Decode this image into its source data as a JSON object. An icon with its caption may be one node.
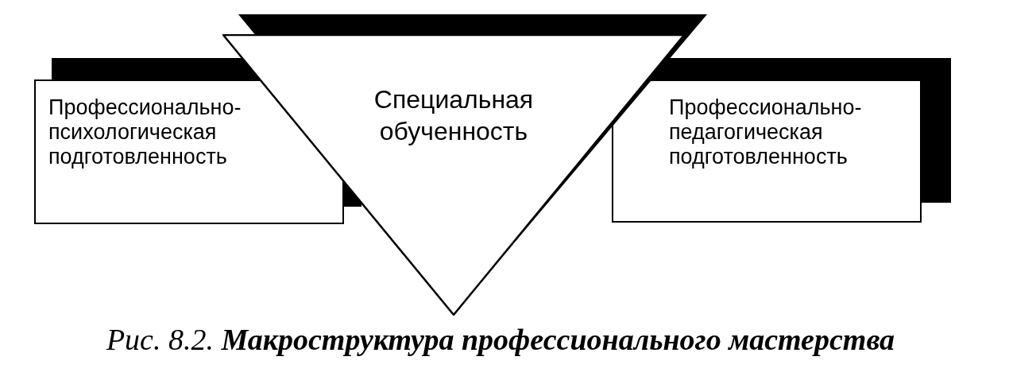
{
  "diagram": {
    "caption": "Рис. 8.2. **Макроструктура профессионального мастерства**",
    "nodes": [
      {
        "text": [
          "Профессионально-психологическая подготовленность"
        ]
      },
      {
        "text": [
          "Специальная обученность"
        ]
      },
      {
        "text": [
          "Профессионально-педагогическая подготовленность"
        ]
      }
    ]
  }
}
